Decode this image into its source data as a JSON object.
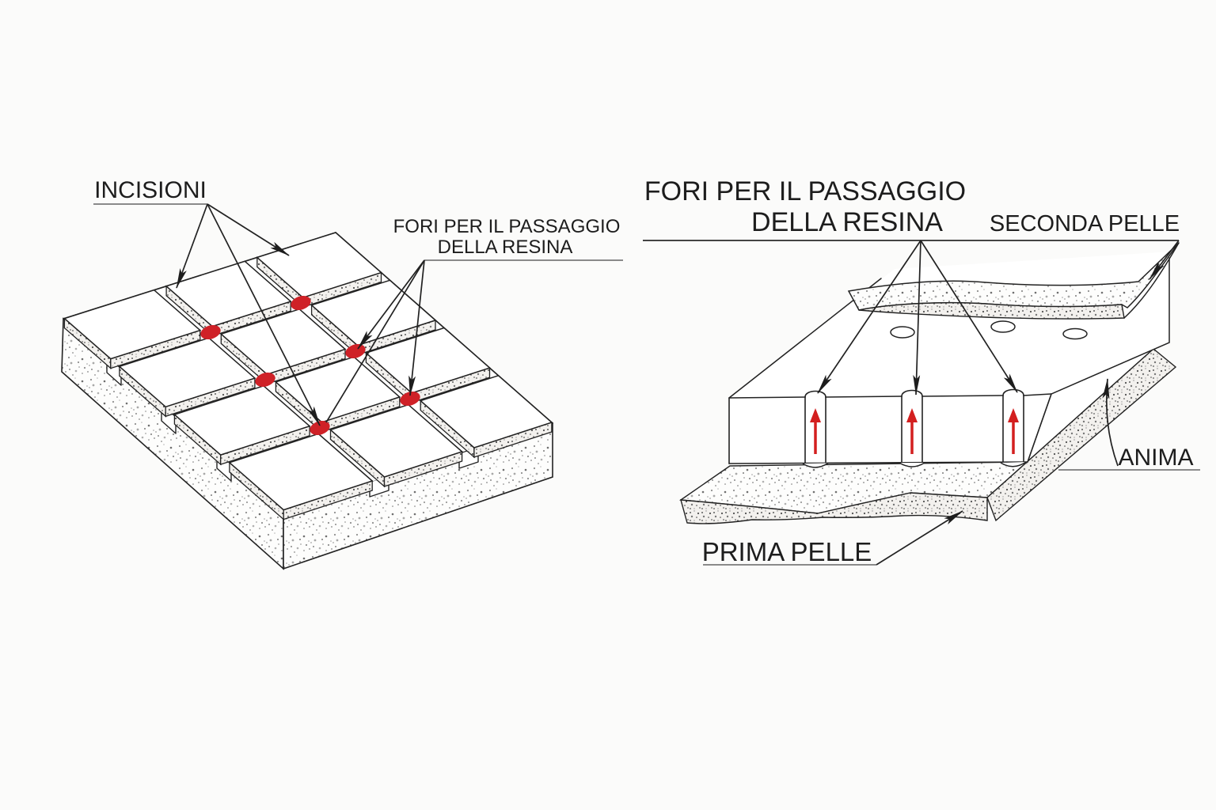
{
  "colors": {
    "background": "#fbfbfa",
    "line": "#222222",
    "red": "#cf2127",
    "underline": "#8a8a8a"
  },
  "left_diagram": {
    "incisioni_label": "INCISIONI",
    "fori_label_line1": "FORI PER IL PASSAGGIO",
    "fori_label_line2": "DELLA RESINA"
  },
  "right_diagram": {
    "title_line1": "FORI PER IL PASSAGGIO",
    "title_line2": "DELLA RESINA",
    "seconda_pelle_label": "SECONDA PELLE",
    "anima_label": "ANIMA",
    "prima_pelle_label": "PRIMA PELLE"
  }
}
